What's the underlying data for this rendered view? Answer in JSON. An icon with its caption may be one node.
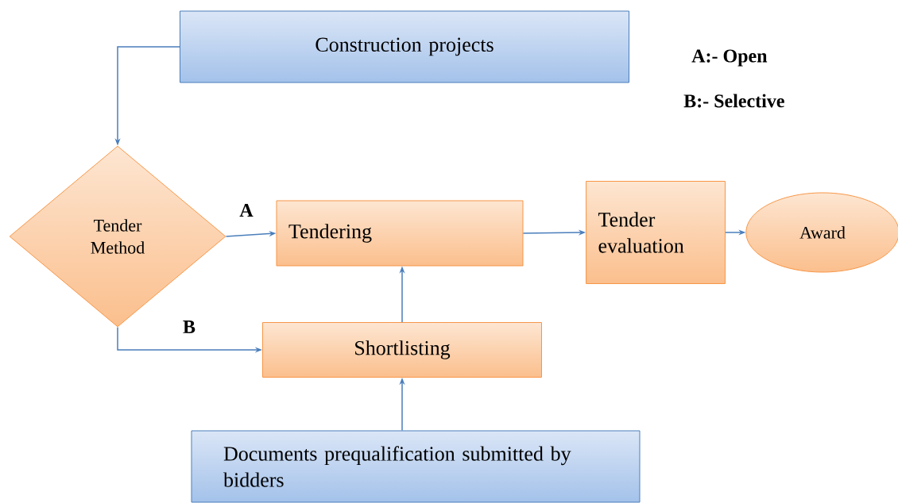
{
  "diagram": {
    "nodes": [
      {
        "text": [
          "Construction projects"
        ]
      },
      {
        "text": [
          "Tender Method"
        ]
      },
      {
        "text": [
          "Tendering"
        ]
      },
      {
        "text": [
          "Tender evaluation"
        ]
      },
      {
        "text": [
          "Award"
        ]
      },
      {
        "text": [
          "Shortlisting"
        ]
      },
      {
        "text": [
          "Documents prequalification submitted by bidders"
        ]
      }
    ],
    "edges": [
      {
        "from": 0,
        "to": 1,
        "arrow": "to"
      },
      {
        "from": 1,
        "to": 2,
        "arrow": "to",
        "label": "A"
      },
      {
        "from": 1,
        "to": 5,
        "arrow": "to",
        "label": "B"
      },
      {
        "from": 5,
        "to": 2,
        "arrow": "to"
      },
      {
        "from": 6,
        "to": 5,
        "arrow": "to"
      },
      {
        "from": 2,
        "to": 3,
        "arrow": "to"
      },
      {
        "from": 3,
        "to": 4,
        "arrow": "to"
      }
    ],
    "labels": [
      "A:- Open",
      "B:- Selective"
    ]
  }
}
